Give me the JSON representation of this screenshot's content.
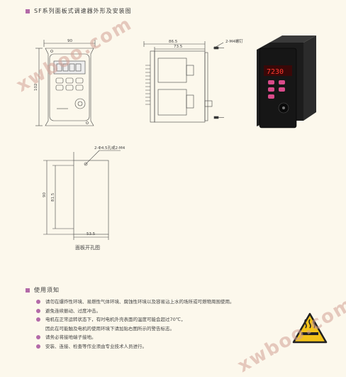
{
  "section1_title": "SF系列面板式调速器外形及安装图",
  "section2_title": "使用须知",
  "dims": {
    "front_width": "90",
    "front_height": "102",
    "side_total": "86.5",
    "side_inner": "73.5",
    "screw_note": "2-M4螺钉",
    "hole_note": "2-Φ4.5孔或2-M4",
    "cut_height_outer": "90",
    "cut_height_inner": "81.5",
    "cut_width": "53.5"
  },
  "display_digits": "7230",
  "cutout_caption": "面板开孔图",
  "notes": [
    "请勿在爆炸性环境、易燃性气体环境、腐蚀性环境以及容易沾上水的场所或可燃物周围使用。",
    "避免连续振动、过度冲击。",
    "电机在正常运转状态下，有时电机外壳表面的温度可能会超过70℃，",
    "因此在可能触及电机的使用环境下请加贴右图所示的警告标志。",
    "请务必将接地端子接地。",
    "安装、连接、检查等作业须由专业技术人员进行。"
  ],
  "watermark": "xwboo.com",
  "colors": {
    "accent": "#b36aa8",
    "warning": "#f2c21a"
  }
}
